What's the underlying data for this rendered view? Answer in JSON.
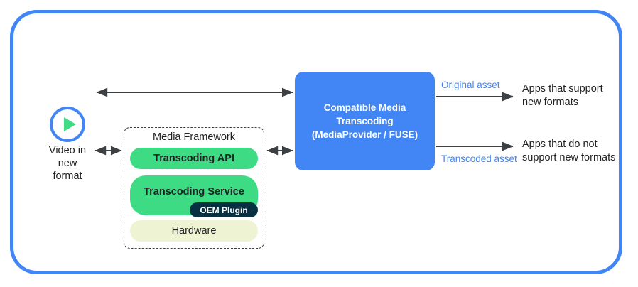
{
  "diagram": {
    "frame": {
      "border_color": "#4285f4"
    },
    "source": {
      "icon_name": "video-play-icon",
      "caption": "Video in\nnew\nformat"
    },
    "framework": {
      "title": "Media Framework",
      "items": [
        {
          "label": "Transcoding API",
          "color": "#3ddc84"
        },
        {
          "label": "Transcoding Service",
          "color": "#3ddc84"
        },
        {
          "label": "Hardware",
          "color": "#eef4d3"
        }
      ],
      "plugin": {
        "label": "OEM Plugin",
        "color": "#073042"
      }
    },
    "center": {
      "label": "Compatible Media\nTranscoding\n(MediaProvider / FUSE)",
      "color": "#4285f4"
    },
    "outputs": [
      {
        "asset_label": "Original asset",
        "target": "Apps that support\nnew formats"
      },
      {
        "asset_label": "Transcoded asset",
        "target": "Apps that do not\nsupport new formats"
      }
    ],
    "arrows": [
      {
        "name": "arrow-source-to-center",
        "type": "double"
      },
      {
        "name": "arrow-source-to-framework",
        "type": "double"
      },
      {
        "name": "arrow-framework-to-center",
        "type": "double"
      },
      {
        "name": "arrow-center-to-apps-support",
        "type": "single"
      },
      {
        "name": "arrow-center-to-apps-nosupport",
        "type": "single"
      }
    ],
    "colors": {
      "accent_blue": "#4285f4",
      "green": "#3ddc84",
      "pale_green": "#eef4d3",
      "navy": "#073042",
      "arrow": "#3c4043",
      "text": "#202124"
    }
  }
}
